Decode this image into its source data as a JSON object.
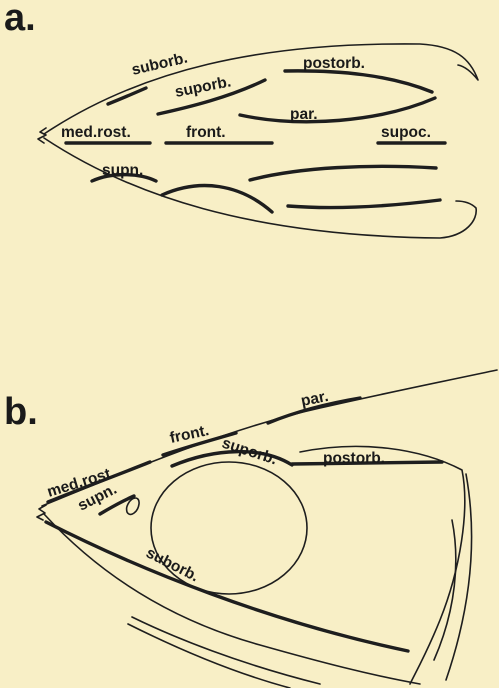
{
  "panel_a": {
    "letter": "a.",
    "labels": {
      "suborb": "suborb.",
      "suporb": "suporb.",
      "postorb": "postorb.",
      "par": "par.",
      "med_rost": "med.rost.",
      "front": "front.",
      "supoc": "supoc.",
      "supn": "supn."
    }
  },
  "panel_b": {
    "letter": "b.",
    "labels": {
      "par": "par.",
      "front": "front.",
      "suporb": "suporb.",
      "postorb": "postorb.",
      "med_rost": "med.rost.",
      "supn": "supn.",
      "suborb": "suborb."
    }
  },
  "colors": {
    "background": "#f8efc6",
    "ink": "#1e1e1e"
  }
}
